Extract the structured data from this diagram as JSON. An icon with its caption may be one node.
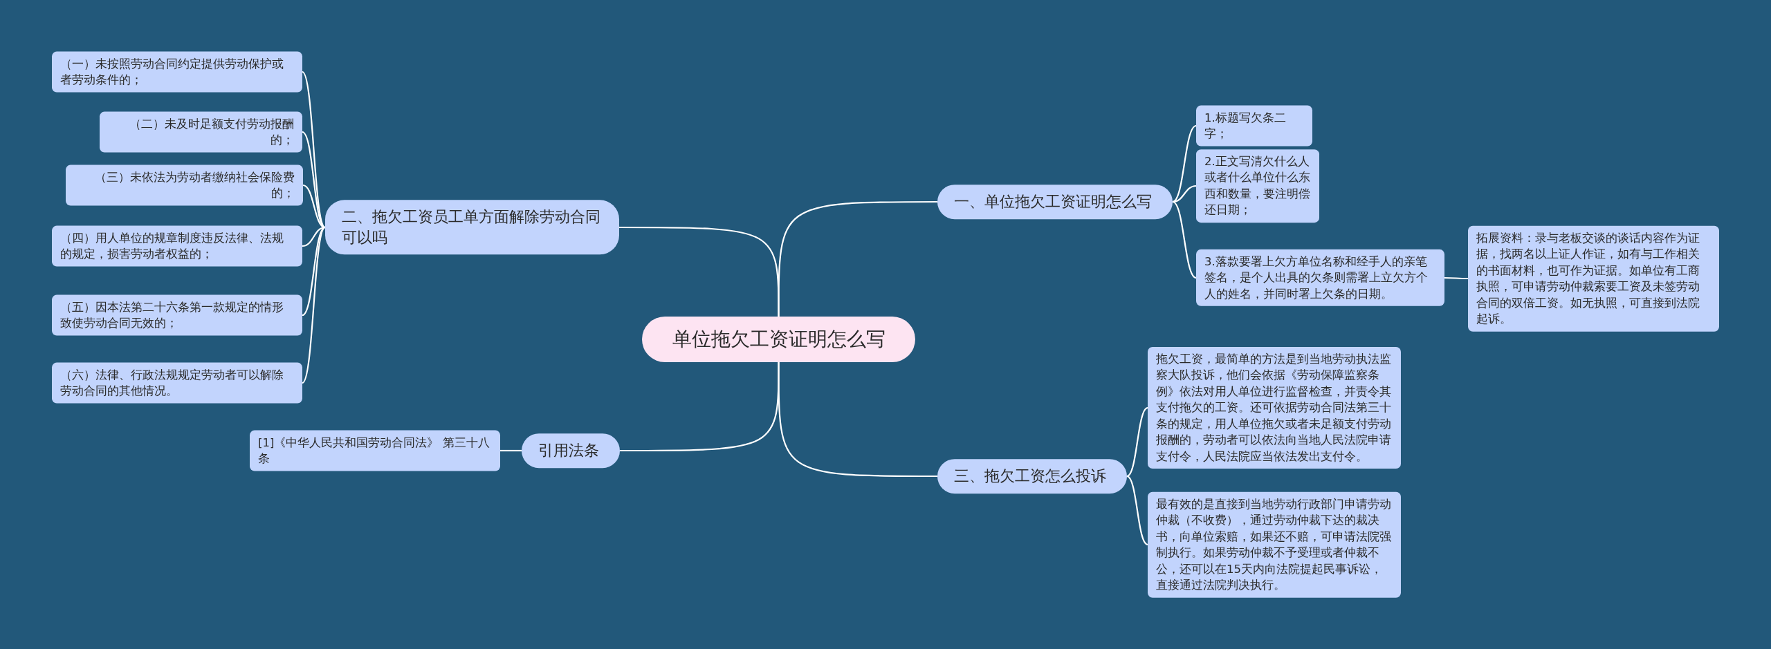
{
  "diagram": {
    "nodes": [
      {
        "text": [
          "单位拖欠工资证明怎么写"
        ]
      },
      {
        "text": [
          "一、单位拖欠工资证明怎么写"
        ]
      },
      {
        "text": [
          "1.标题写欠条二字；"
        ]
      },
      {
        "text": [
          "2.正文写清欠什么人或者什么单位什么东西和数量，要注明偿还日期；"
        ]
      },
      {
        "text": [
          "3.落款要署上欠方单位名称和经手人的亲笔签名，是个人出具的欠条则需署上立欠方个人的姓名，并同时署上欠条的日期。"
        ]
      },
      {
        "text": [
          "拓展资料：录与老板交谈的谈话内容作为证据，找两名以上证人作证，如有与工作相关的书面材料，也可作为证据。如单位有工商执照，可申请劳动仲裁索要工资及未签劳动合同的双倍工资。如无执照，可直接到法院起诉。"
        ]
      },
      {
        "text": [
          "二、拖欠工资员工单方面解除劳动合同可以吗"
        ]
      },
      {
        "text": [
          "（一）未按照劳动合同约定提供劳动保护或者劳动条件的；"
        ]
      },
      {
        "text": [
          "（二）未及时足额支付劳动报酬的；"
        ]
      },
      {
        "text": [
          "（三）未依法为劳动者缴纳社会保险费的；"
        ]
      },
      {
        "text": [
          "（四）用人单位的规章制度违反法律、法规的规定，损害劳动者权益的；"
        ]
      },
      {
        "text": [
          "（五）因本法第二十六条第一款规定的情形致使劳动合同无效的；"
        ]
      },
      {
        "text": [
          "（六）法律、行政法规规定劳动者可以解除劳动合同的其他情况。"
        ]
      },
      {
        "text": [
          "三、拖欠工资怎么投诉"
        ]
      },
      {
        "text": [
          "拖欠工资，最简单的方法是到当地劳动执法监察大队投诉，他们会依据《劳动保障监察条例》依法对用人单位进行监督检查，并责令其支付拖欠的工资。还可依据劳动合同法第三十条的规定，用人单位拖欠或者未足额支付劳动报酬的，劳动者可以依法向当地人民法院申请支付令，人民法院应当依法发出支付令。"
        ]
      },
      {
        "text": [
          "最有效的是直接到当地劳动行政部门申请劳动仲裁（不收费），通过劳动仲裁下达的裁决书，向单位索赔，如果还不赔，可申请法院强制执行。如果劳动仲裁不予受理或者仲裁不公，还可以在15天内向法院提起民事诉讼，直接通过法院判决执行。"
        ]
      },
      {
        "text": [
          "引用法条"
        ]
      },
      {
        "text": [
          "[1]《中华人民共和国劳动合同法》 第三十八条"
        ]
      }
    ],
    "edges": [
      {
        "from": 0,
        "to": 1,
        "arrow": "none"
      },
      {
        "from": 1,
        "to": 2,
        "arrow": "none"
      },
      {
        "from": 1,
        "to": 3,
        "arrow": "none"
      },
      {
        "from": 1,
        "to": 4,
        "arrow": "none"
      },
      {
        "from": 4,
        "to": 5,
        "arrow": "none"
      },
      {
        "from": 0,
        "to": 6,
        "arrow": "none"
      },
      {
        "from": 6,
        "to": 7,
        "arrow": "none"
      },
      {
        "from": 6,
        "to": 8,
        "arrow": "none"
      },
      {
        "from": 6,
        "to": 9,
        "arrow": "none"
      },
      {
        "from": 6,
        "to": 10,
        "arrow": "none"
      },
      {
        "from": 6,
        "to": 11,
        "arrow": "none"
      },
      {
        "from": 6,
        "to": 12,
        "arrow": "none"
      },
      {
        "from": 0,
        "to": 13,
        "arrow": "none"
      },
      {
        "from": 13,
        "to": 14,
        "arrow": "none"
      },
      {
        "from": 13,
        "to": 15,
        "arrow": "none"
      },
      {
        "from": 0,
        "to": 16,
        "arrow": "none"
      },
      {
        "from": 16,
        "to": 17,
        "arrow": "none"
      }
    ]
  }
}
